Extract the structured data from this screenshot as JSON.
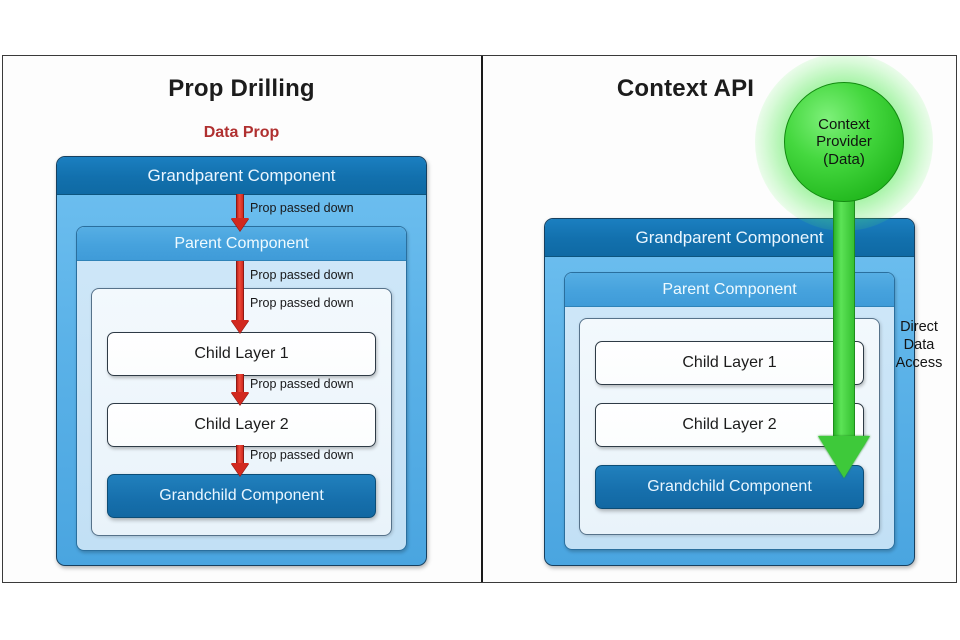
{
  "diagram": {
    "title_left": "Prop Drilling",
    "title_right": "Context API",
    "accent_blue_dark": "#1270ad",
    "accent_blue_mid": "#46a2dd",
    "accent_blue_light": "#5bb2e8",
    "accent_red": "#d2291f",
    "accent_green": "#3ec93a",
    "label_red": "#b03030"
  },
  "left_panel": {
    "title": "Prop Drilling",
    "data_prop_label": "Data Prop",
    "grandparent": "Grandparent Component",
    "parent": "Parent Component",
    "child1": "Child Layer 1",
    "child2": "Child Layer 2",
    "grandchild": "Grandchild Component",
    "prop_labels": [
      "Prop passed down",
      "Prop passed down",
      "Prop passed down",
      "Prop passed down",
      "Prop passed down"
    ]
  },
  "right_panel": {
    "title": "Context API",
    "provider_line1": "Context",
    "provider_line2": "Provider",
    "provider_line3": "(Data)",
    "grandparent": "Grandparent Component",
    "parent": "Parent Component",
    "child1": "Child Layer 1",
    "child2": "Child Layer 2",
    "grandchild": "Grandchild Component",
    "direct_access_label": "Direct\nData\nAccess"
  }
}
